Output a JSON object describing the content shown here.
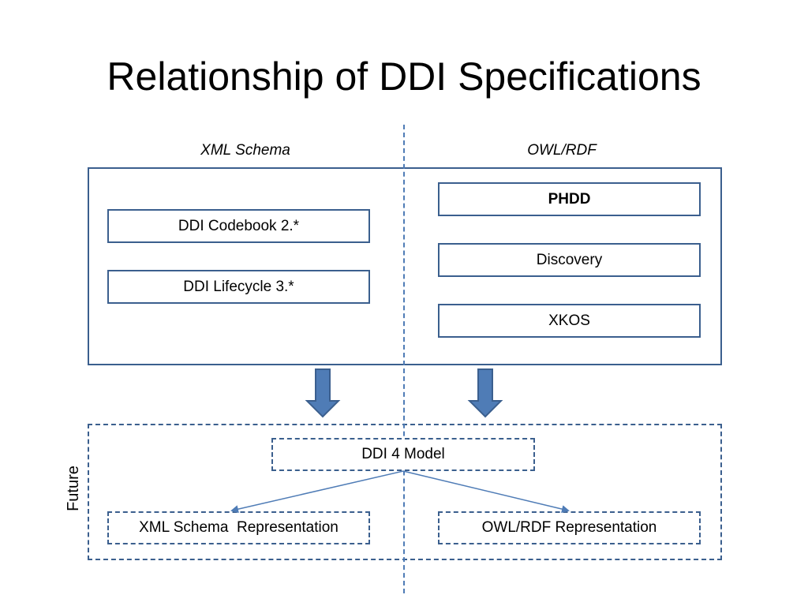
{
  "title": "Relationship of DDI Specifications",
  "columns": {
    "left_label": "XML Schema",
    "right_label": "OWL/RDF"
  },
  "current": {
    "xml_schema_specs": [
      "DDI Codebook 2.*",
      "DDI Lifecycle 3.*"
    ],
    "owl_rdf_specs": [
      "PHDD",
      "Discovery",
      "XKOS"
    ]
  },
  "future": {
    "label": "Future",
    "model": "DDI 4 Model",
    "xml_representation": "XML Schema  Representation",
    "owl_representation": "OWL/RDF Representation"
  },
  "colors": {
    "box_border": "#3b5f8e",
    "divider": "#4f7cb6",
    "block_arrow_fill": "#4f7cb6",
    "block_arrow_stroke": "#3b5f8e",
    "thin_arrow": "#4f7cb6"
  }
}
